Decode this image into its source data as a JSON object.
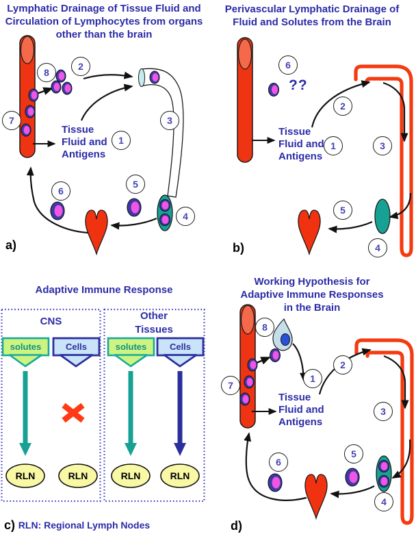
{
  "figure": {
    "description": "Four-panel diagram of lymphatic drainage and immune responses"
  },
  "colors": {
    "title_blue": "#2B2BA8",
    "number_blue": "#4343B2",
    "vessel_red": "#EE3412",
    "vessel_light": "#F4694A",
    "tube_red": "#F43A10",
    "heart_red": "#F03210",
    "cell_ring": "#3D3AA6",
    "cell_fill": "#F155E6",
    "node_teal": "#17A194",
    "lymph_mouth": "#C5EAF0",
    "teardrop": "#C4DFE9",
    "nucleus": "#2A52D8",
    "solutes_fill": "#CDF381",
    "solutes_border": "#17A99B",
    "solutes_text": "#0E9287",
    "cells_fill": "#C9E3F8",
    "cells_border": "#2B2F9E",
    "rln_fill": "#F8F8A5",
    "x_red": "#FF3A14",
    "dashed_blue": "#3434BB",
    "arrow_black": "#111111"
  },
  "panels": {
    "a": {
      "label": "a)",
      "title_lines": [
        "Lymphatic Drainage of Tissue Fluid and",
        "Circulation of Lymphocytes from organs",
        "other than the brain"
      ],
      "tissue_lines": [
        "Tissue",
        "Fluid and",
        "Antigens"
      ],
      "steps": [
        "8",
        "2",
        "7",
        "1",
        "3",
        "6",
        "5",
        "4"
      ]
    },
    "b": {
      "label": "b)",
      "title_lines": [
        "Perivascular Lymphatic Drainage of",
        "Fluid and Solutes from the Brain"
      ],
      "tissue_lines": [
        "Tissue",
        "Fluid and",
        "Antigens"
      ],
      "question_marks": "??",
      "steps": [
        "6",
        "2",
        "1",
        "3",
        "5",
        "4"
      ]
    },
    "c": {
      "label": "c)",
      "title": "Adaptive Immune Response",
      "cns_label": "CNS",
      "other_tissues_lines": [
        "Other",
        "Tissues"
      ],
      "solutes_label": "solutes",
      "cells_label": "Cells",
      "rln_label": "RLN",
      "footnote": "RLN: Regional Lymph Nodes"
    },
    "d": {
      "label": "d)",
      "title_lines": [
        "Working Hypothesis for",
        "Adaptive Immune Responses",
        "in the Brain"
      ],
      "tissue_lines": [
        "Tissue",
        "Fluid and",
        "Antigens"
      ],
      "steps": [
        "8",
        "7",
        "1",
        "2",
        "3",
        "6",
        "5",
        "4"
      ]
    }
  }
}
